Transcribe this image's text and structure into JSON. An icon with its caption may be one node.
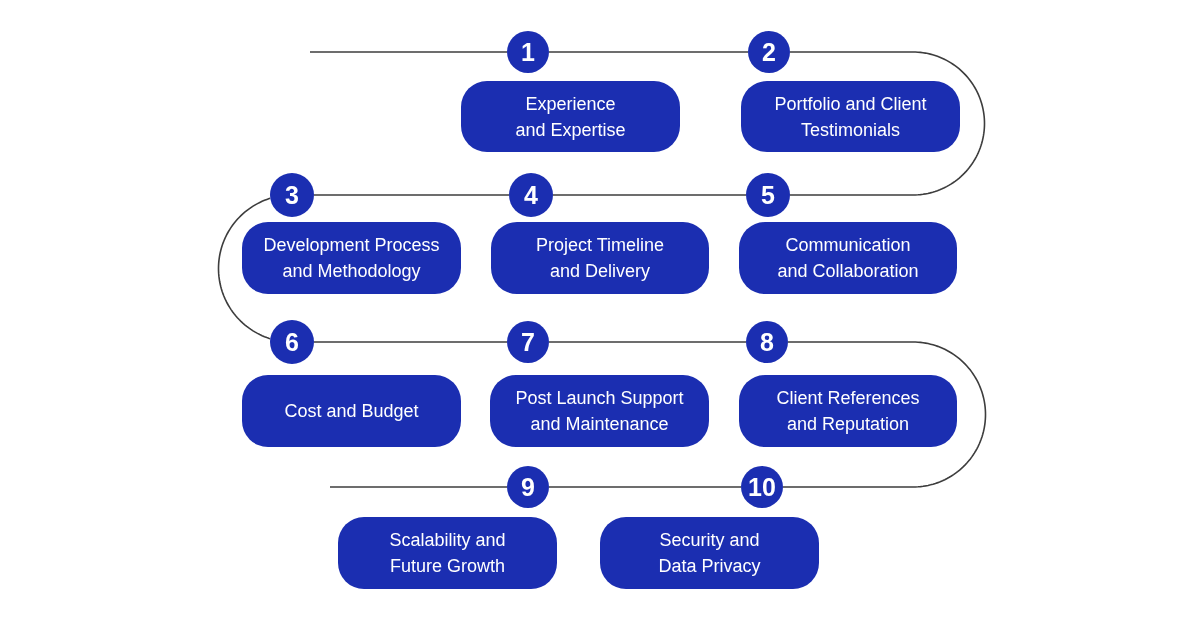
{
  "diagram": {
    "nodes": [
      {
        "text": [
          "1"
        ]
      },
      {
        "text": [
          "Experience and Expertise"
        ]
      },
      {
        "text": [
          "2"
        ]
      },
      {
        "text": [
          "Portfolio and Client Testimonials"
        ]
      },
      {
        "text": [
          "3"
        ]
      },
      {
        "text": [
          "Development Process and Methodology"
        ]
      },
      {
        "text": [
          "4"
        ]
      },
      {
        "text": [
          "Project Timeline and Delivery"
        ]
      },
      {
        "text": [
          "5"
        ]
      },
      {
        "text": [
          "Communication and Collaboration"
        ]
      },
      {
        "text": [
          "6"
        ]
      },
      {
        "text": [
          "Cost and Budget"
        ]
      },
      {
        "text": [
          "7"
        ]
      },
      {
        "text": [
          "Post Launch Support and Maintenance"
        ]
      },
      {
        "text": [
          "8"
        ]
      },
      {
        "text": [
          "Client References and Reputation"
        ]
      },
      {
        "text": [
          "9"
        ]
      },
      {
        "text": [
          "Scalability and Future Growth"
        ]
      },
      {
        "text": [
          "10"
        ]
      },
      {
        "text": [
          "Security and Data Privacy"
        ]
      }
    ],
    "edges": [
      {
        "from": null,
        "to": 0,
        "arrow": "none"
      },
      {
        "from": 0,
        "to": 2,
        "arrow": "none"
      },
      {
        "from": 2,
        "to": 8,
        "arrow": "none"
      },
      {
        "from": 8,
        "to": 6,
        "arrow": "none"
      },
      {
        "from": 6,
        "to": 4,
        "arrow": "none"
      },
      {
        "from": 4,
        "to": 10,
        "arrow": "none"
      },
      {
        "from": 10,
        "to": 12,
        "arrow": "none"
      },
      {
        "from": 12,
        "to": 14,
        "arrow": "none"
      },
      {
        "from": 14,
        "to": 18,
        "arrow": "none"
      },
      {
        "from": 18,
        "to": 16,
        "arrow": "none"
      },
      {
        "from": 16,
        "to": null,
        "arrow": "none"
      }
    ]
  }
}
